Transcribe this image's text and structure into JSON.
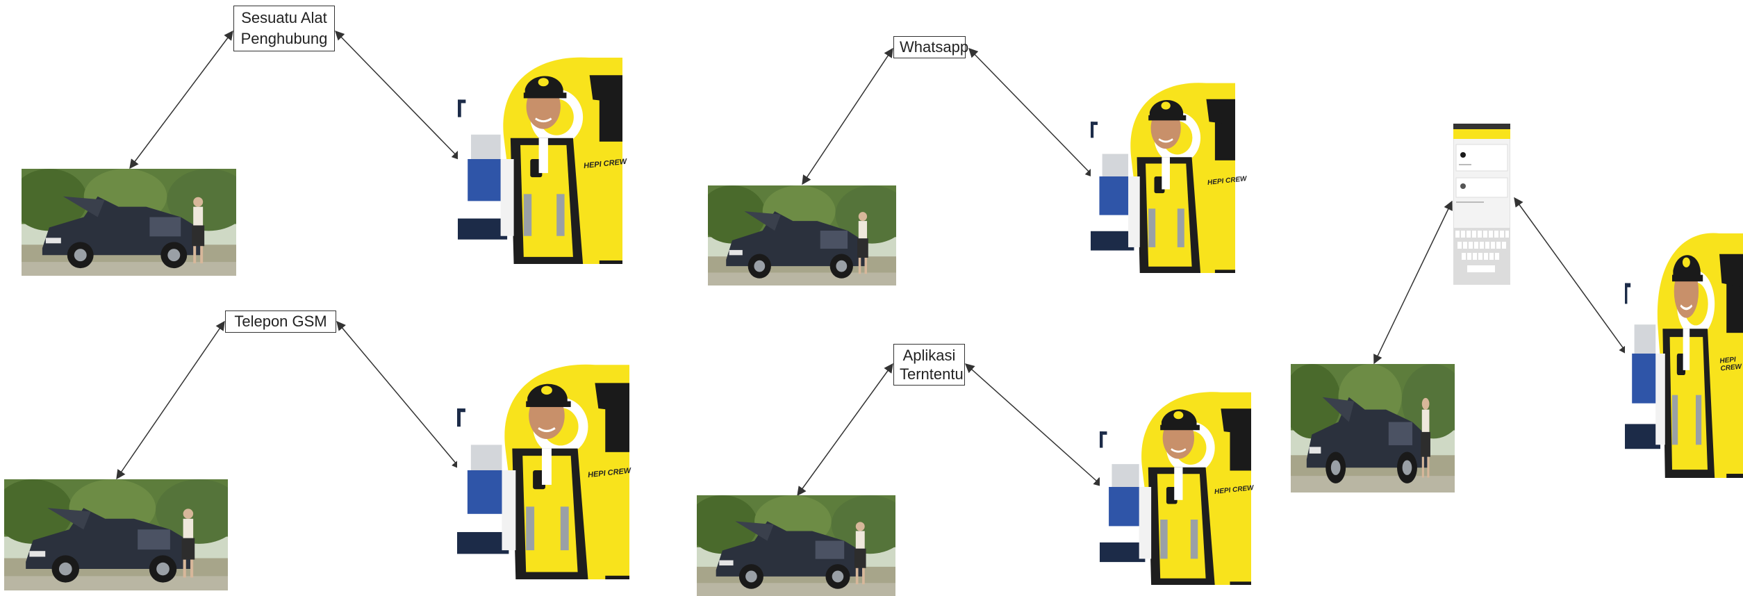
{
  "labels": {
    "connector_device": "Sesuatu Alat Penghubung",
    "whatsapp": "Whatsapp",
    "gsm_phone": "Telepon GSM",
    "app": "Aplikasi Terntentu"
  },
  "crew_badge_text": "HEPI CREW",
  "colors": {
    "brand_yellow": "#f8e31c",
    "navy": "#1c2b48",
    "arrow": "#333333"
  }
}
